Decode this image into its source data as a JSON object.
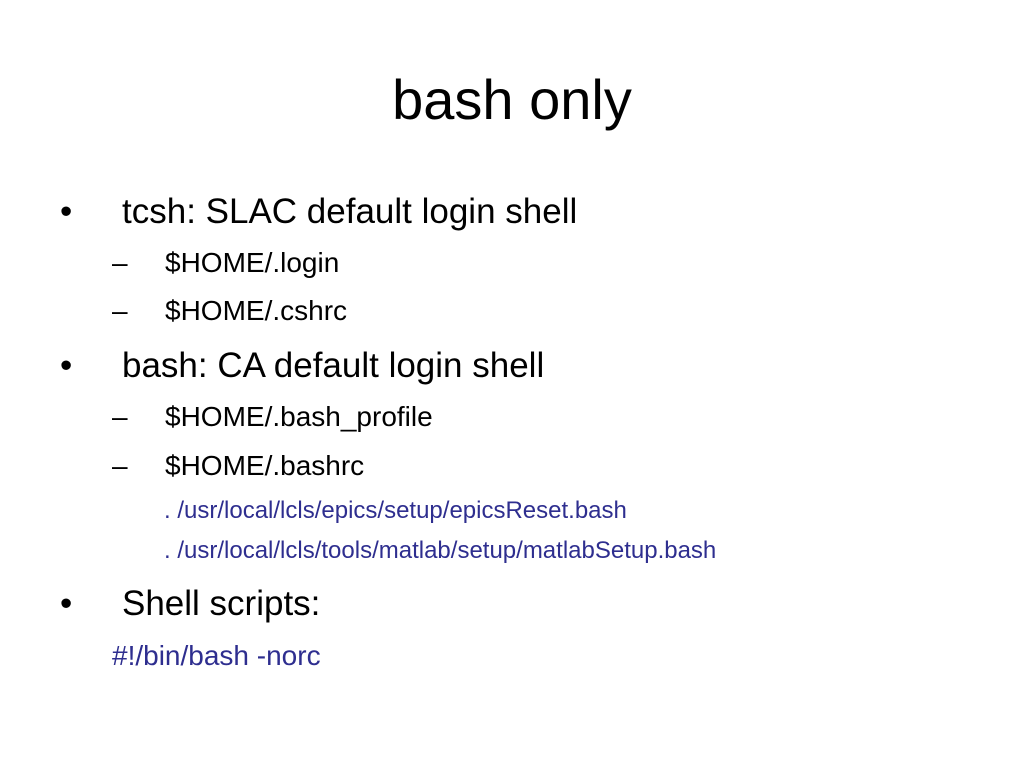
{
  "slide": {
    "title": "bash only",
    "items": [
      {
        "marker": "•",
        "text": "tcsh: SLAC default login shell"
      },
      {
        "marker": "–",
        "text": "$HOME/.login"
      },
      {
        "marker": "–",
        "text": "$HOME/.cshrc"
      },
      {
        "marker": "•",
        "text": "bash: CA default login shell"
      },
      {
        "marker": "–",
        "text": "$HOME/.bash_profile"
      },
      {
        "marker": "–",
        "text": "$HOME/.bashrc"
      },
      {
        "text": ". /usr/local/lcls/epics/setup/epicsReset.bash"
      },
      {
        "text": ". /usr/local/lcls/tools/matlab/setup/matlabSetup.bash"
      },
      {
        "marker": "•",
        "text": "Shell scripts:"
      },
      {
        "text": "#!/bin/bash -norc"
      }
    ]
  },
  "colors": {
    "text": "#000000",
    "code": "#2e2e8f",
    "background": "#ffffff"
  }
}
